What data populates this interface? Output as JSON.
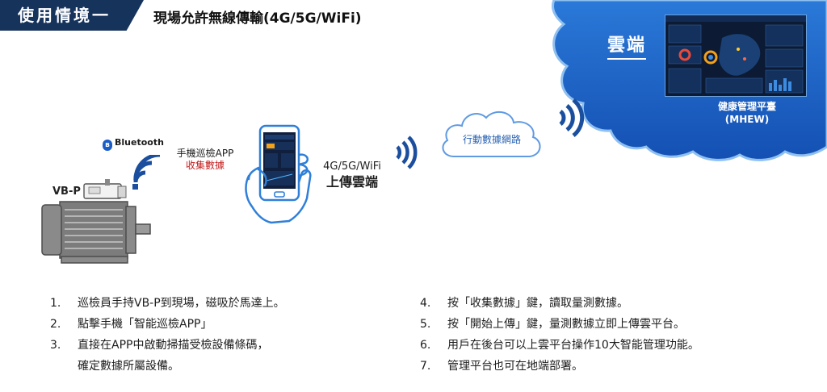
{
  "header": {
    "tab_label": "使用情境一",
    "title": "現場允許無線傳輸(4G/5G/WiFi)"
  },
  "cloud": {
    "label": "雲端",
    "platform_name": "健康管理平臺",
    "platform_code": "(MHEW)"
  },
  "bluetooth": {
    "badge": "ʙ",
    "label": "Bluetooth"
  },
  "motor": {
    "label": "VB-P"
  },
  "app": {
    "line1": "手機巡檢APP",
    "line2": "收集數據"
  },
  "transfer": {
    "line1": "4G/5G/WiFi",
    "line2": "上傳雲端"
  },
  "network": {
    "label": "行動數據網路"
  },
  "steps_left": [
    {
      "num": "1.",
      "text": "巡檢員手持VB-P到現場，磁吸於馬達上。"
    },
    {
      "num": "2.",
      "text": "點擊手機「智能巡檢APP」"
    },
    {
      "num": "3.",
      "text": "直接在APP中啟動掃描受檢設備條碼，"
    },
    {
      "num": "",
      "text": "確定數據所屬設備。"
    }
  ],
  "steps_right": [
    {
      "num": "4.",
      "text": "按「收集數據」鍵，讀取量測數據。"
    },
    {
      "num": "5.",
      "text": "按「開始上傳」鍵，量測數據立即上傳雲平台。"
    },
    {
      "num": "6.",
      "text": "用戶在後台可以上雲平台操作10大智能管理功能。"
    },
    {
      "num": "7.",
      "text": "管理平台也可在地端部署。"
    }
  ],
  "colors": {
    "header_bg": "#16335c",
    "cloud_blue": "#1b5fc4",
    "signal_blue": "#1b4f9e",
    "accent_red": "#c21c1c"
  }
}
